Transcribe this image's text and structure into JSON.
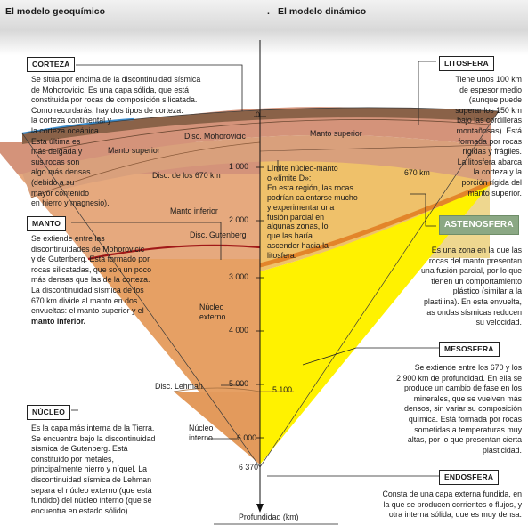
{
  "headers": {
    "left": "El modelo geoquímico",
    "right": "El modelo dinámico",
    "dot": "."
  },
  "boxes": {
    "corteza": "CORTEZA",
    "manto": "MANTO",
    "nucleo": "NÚCLEO",
    "litosfera": "LITOSFERA",
    "astenosfera": "ASTENOSFERA",
    "mesosfera": "MESOSFERA",
    "endosfera": "ENDOSFERA"
  },
  "texts": {
    "corteza": [
      "Se sitúa por encima de la discontinuidad sísmica",
      "de Mohorovicic. Es una capa sólida, que está",
      "constituida por rocas de composición silicatada.",
      "Como recordarás, hay dos tipos de corteza:",
      "la corteza continental y",
      "la corteza oceánica.",
      "Esta última es",
      "más delgada y",
      "sus rocas son",
      "algo más densas",
      "(debido a su",
      "mayor contenido",
      "en hierro y magnesio)."
    ],
    "manto": [
      "Se extiende entre las",
      "discontinuidades de Mohorovicic",
      "y de Gutenberg. Está formado por",
      "rocas silicatadas, que son un poco",
      "más densas que las de la corteza.",
      "La discontinuidad sísmica de los",
      "670 km divide al manto en dos",
      "envueltas: el manto superior y el",
      "manto inferior."
    ],
    "nucleo": [
      "Es la capa más interna de la Tierra.",
      "Se encuentra bajo la discontinuidad",
      "sísmica de Gutenberg. Está",
      "constituido por metales,",
      "principalmente hierro y níquel. La",
      "discontinuidad sísmica de Lehman",
      "separa el núcleo externo (que está",
      "fundido) del núcleo interno (que se",
      "encuentra en estado sólido)."
    ],
    "litosfera": [
      "Tiene unos 100 km",
      "de espesor medio",
      "(aunque puede",
      "superar los 150 km",
      "bajo las cordilleras",
      "montañosas). Está",
      "formada por rocas",
      "rígidas y frágiles.",
      "La litosfera abarca",
      "la corteza y la",
      "porción rígida del",
      "manto superior."
    ],
    "astenosfera": [
      "Es una zona en la que las",
      "rocas del manto presentan",
      "una fusión parcial, por lo que",
      "tienen un comportamiento",
      "plástico (similar a la",
      "plastilina). En esta envuelta,",
      "las ondas sísmicas reducen",
      "su velocidad."
    ],
    "mesosfera": [
      "Se extiende entre los 670 y los",
      "2 900 km de profundidad. En ella se",
      "produce un cambio de fase en los",
      "minerales, que se vuelven más",
      "densos, sin variar su composición",
      "química. Está formada por rocas",
      "sometidas a temperaturas muy",
      "altas, por lo que presentan cierta",
      "plasticidad."
    ],
    "endosfera": [
      "Consta de una capa externa fundida, en",
      "la que se producen corrientes o flujos, y",
      "otra interna sólida, que es muy densa."
    ],
    "limite": [
      "Límite núcleo-manto",
      "o «límite D»:",
      "En esta región, las rocas",
      "podrían calentarse mucho",
      "y experimentar una",
      "fusión parcial en",
      "algunas zonas, lo",
      "que las haría",
      "ascender hacia la",
      "litosfera."
    ]
  },
  "labels": {
    "disc_moho": "Disc. Mohorovicic",
    "manto_superior_left": "Manto superior",
    "disc_670": "Disc. de los 670 km",
    "manto_inferior": "Manto inferior",
    "disc_gutenberg": "Disc. Gutenberg",
    "nucleo_externo": "Núcleo\nexterno",
    "disc_lehman": "Disc. Lehman",
    "nucleo_interno": "Núcleo\ninterno",
    "manto_superior_right": "Manto superior",
    "km670": "670 km",
    "profundidad": "Profundidad (km)"
  },
  "depth_ticks": [
    "0",
    "1 000",
    "2 000",
    "3 000",
    "4 000",
    "5 000",
    "5 100",
    "6 000",
    "6 370"
  ],
  "colors": {
    "crust": "#8a6248",
    "upper_mantle": "#d4937a",
    "lower_mantle": "#e6a97e",
    "outer_core": "#e6a064",
    "inner_core": "#e39a5c",
    "asthenosphere": "#efc16a",
    "mesosphere": "#eed78f",
    "endosphere": "#fff200",
    "gutenberg": "#a01818",
    "ocean": "#3a8ccc",
    "astheno_box": "#8ba884"
  }
}
